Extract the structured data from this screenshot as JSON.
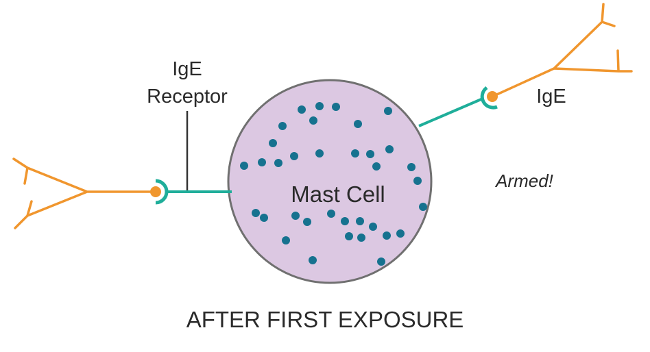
{
  "labels": {
    "receptor_line1": "IgE",
    "receptor_line2": "Receptor",
    "ige": "IgE",
    "cell": "Mast Cell",
    "status": "Armed!",
    "caption": "AFTER FIRST EXPOSURE"
  },
  "colors": {
    "cell_fill": "#dcc8e2",
    "cell_stroke": "#707070",
    "granule": "#16728f",
    "receptor": "#1fae9a",
    "antibody": "#f0962e",
    "text": "#2a2a2a"
  },
  "icons": {
    "granule": "granule-dot",
    "antibody": "y-shaped-antibody"
  }
}
